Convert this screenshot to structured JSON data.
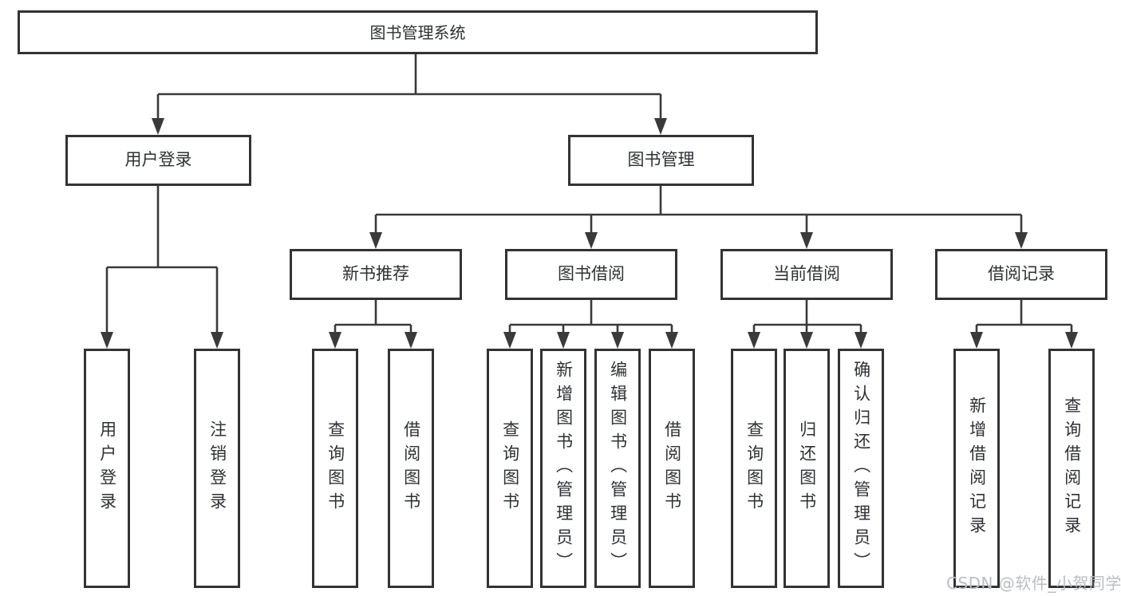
{
  "nodes": {
    "root": "图书管理系统",
    "user_login": "用户登录",
    "book_mgmt": "图书管理",
    "new_book_rec": "新书推荐",
    "book_borrow": "图书借阅",
    "current_borrow": "当前借阅",
    "borrow_records": "借阅记录",
    "leaf_user_login": "用户登录",
    "leaf_logout": "注销登录",
    "leaf_nbr_query": "查询图书",
    "leaf_nbr_borrow": "借阅图书",
    "leaf_bb_query": "查询图书",
    "leaf_bb_add": "新增图书（管理员）",
    "leaf_bb_edit": "编辑图书（管理员）",
    "leaf_bb_borrow": "借阅图书",
    "leaf_cb_query": "查询图书",
    "leaf_cb_return": "归还图书",
    "leaf_cb_confirm": "确认归还（管理员）",
    "leaf_br_add": "新增借阅记录",
    "leaf_br_query": "查询借阅记录"
  },
  "colors": {
    "line": "#3a3a3a",
    "border": "#333333",
    "text": "#2e3134",
    "watermark": "#b9bdc3"
  },
  "watermark": "CSDN @软件_小贺同学"
}
